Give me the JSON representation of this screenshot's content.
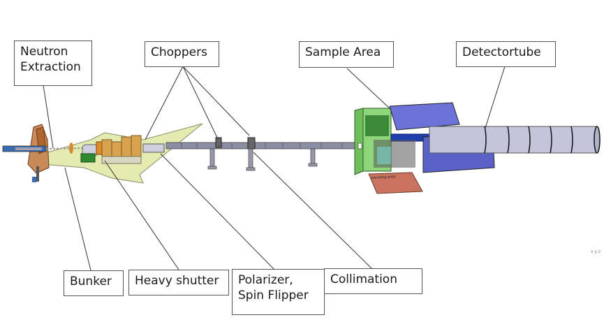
{
  "title": "Neutron instrument beamline overview",
  "labels": {
    "neutron_extraction": [
      "Neutron",
      "Extraction"
    ],
    "choppers": "Choppers",
    "sample_area": "Sample Area",
    "detectortube": "Detectortube",
    "bunker": "Bunker",
    "heavy_shutter": "Heavy shutter",
    "polarizer": [
      "Polarizer,",
      "Spin Flipper"
    ],
    "collimation": "Collimation"
  },
  "inner_text": {
    "standing_area": "standing area",
    "axis_marker": "x y z"
  },
  "colors": {
    "bunker_floor": "#e3ebb0",
    "shielding_orange": "#d9a24e",
    "shielding_base": "#d8d8c0",
    "beam_pipe": "#8c8ca4",
    "sample_green": "#8fd67a",
    "sample_blue": "#6b72d8",
    "sample_blue_dark": "#1f3fb0",
    "detector_tube": "#c4c4dc",
    "standing_area": "#c9735e",
    "source_copper": "#b0672e"
  }
}
